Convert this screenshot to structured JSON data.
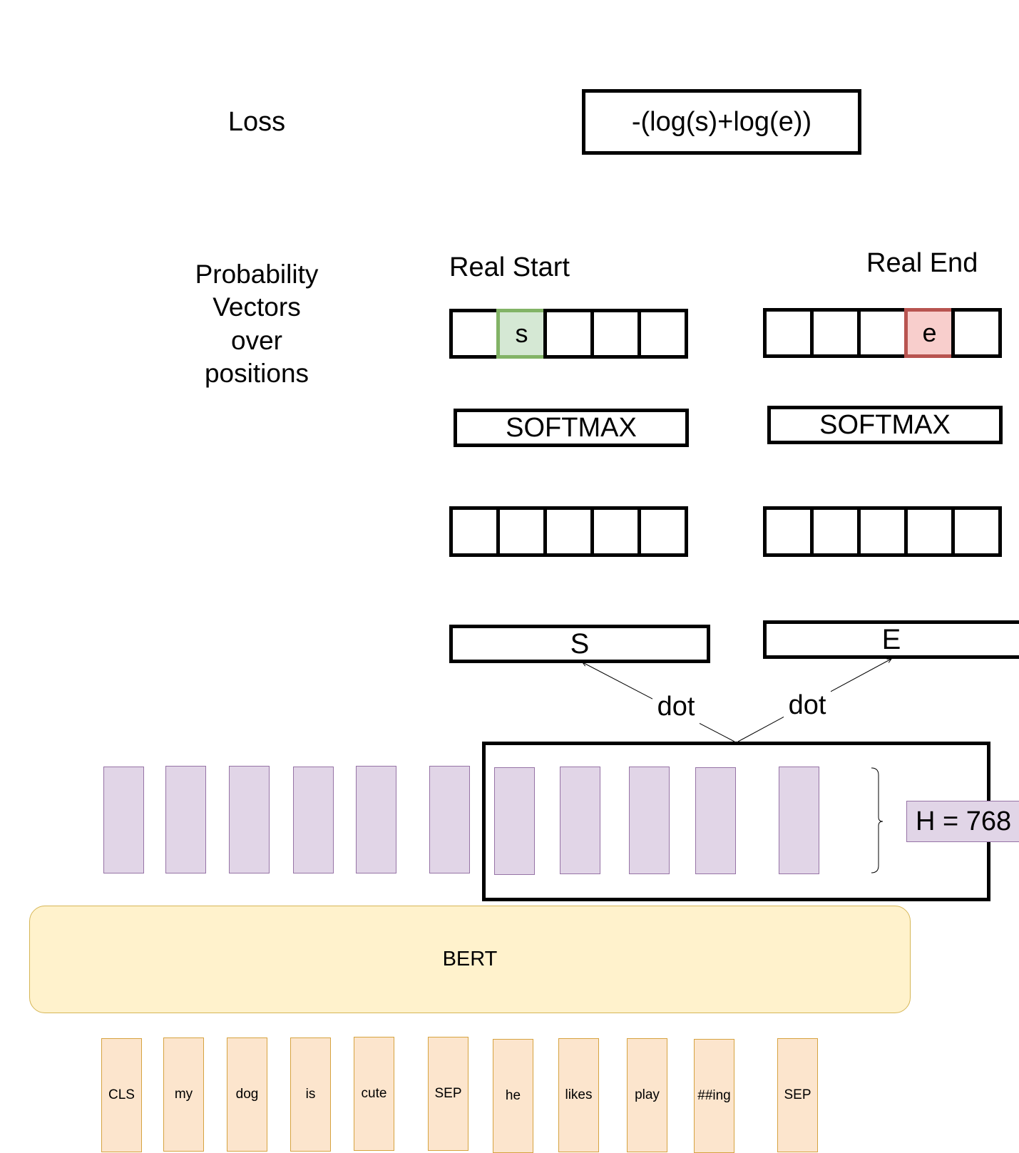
{
  "row_labels": {
    "loss": "Loss",
    "probability": [
      "Probability",
      "Vectors",
      "over",
      "positions"
    ]
  },
  "loss_box": {
    "formula": "-(log(s)+log(e))"
  },
  "start_branch": {
    "title": "Real Start",
    "prob_cells": [
      "",
      "s",
      "",
      "",
      ""
    ],
    "highlight_index": 1,
    "highlight_color": "#d5e8d4",
    "highlight_border": "#82b366",
    "softmax_label": "SOFTMAX",
    "logit_cells": [
      "",
      "",
      "",
      "",
      ""
    ],
    "vector_label": "S"
  },
  "end_branch": {
    "title": "Real End",
    "prob_cells": [
      "",
      "",
      "",
      "e",
      ""
    ],
    "highlight_index": 3,
    "highlight_color": "#f8cecc",
    "highlight_border": "#b85450",
    "softmax_label": "SOFTMAX",
    "logit_cells": [
      "",
      "",
      "",
      "",
      ""
    ],
    "vector_label": "E"
  },
  "dot_labels": [
    "dot",
    "dot"
  ],
  "hidden_size": {
    "label": "H = 768",
    "color": "#e1d5e7",
    "border": "#9673a6"
  },
  "encoder": {
    "label": "BERT",
    "color": "#fff2cc",
    "border": "#d6b656"
  },
  "tokens": [
    "CLS",
    "my",
    "dog",
    "is",
    "cute",
    "SEP",
    "he",
    "likes",
    "play",
    "##ing",
    "SEP"
  ],
  "token_color": "#fce5cd"
}
